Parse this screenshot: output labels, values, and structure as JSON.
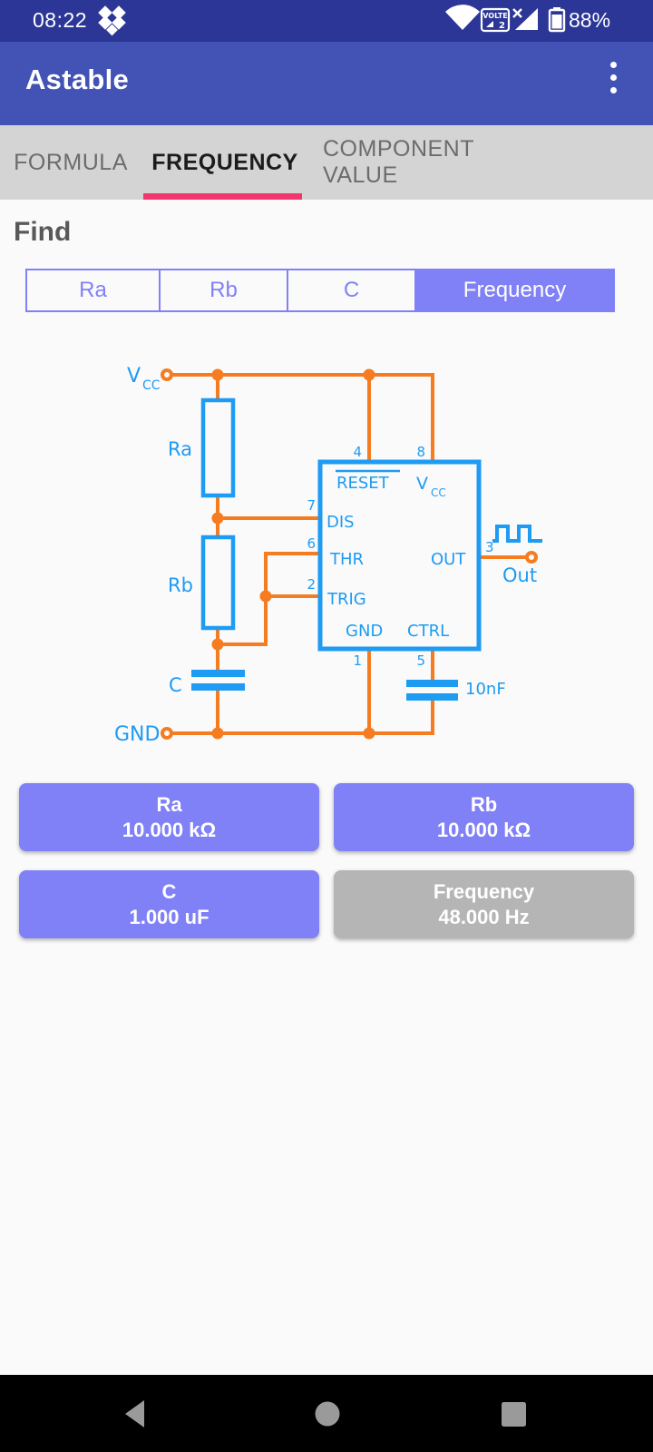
{
  "status_bar": {
    "time": "08:22",
    "battery_percent": "88%",
    "volte_label": "VOLTE",
    "volte_sub": "2",
    "icons": [
      "dropbox-icon",
      "wifi-icon",
      "volte-badge",
      "no-signal-icon",
      "battery-icon"
    ]
  },
  "app_bar": {
    "title": "Astable",
    "menu_icon": "kebab-menu-icon"
  },
  "tab_bar": {
    "tabs": [
      {
        "label": "FORMULA",
        "active": false
      },
      {
        "label": "FREQUENCY",
        "active": true
      },
      {
        "label": "COMPONENT VALUE",
        "active": false
      }
    ]
  },
  "main": {
    "find_heading": "Find"
  },
  "segmented": {
    "options": [
      {
        "label": "Ra",
        "selected": false
      },
      {
        "label": "Rb",
        "selected": false
      },
      {
        "label": "C",
        "selected": false
      },
      {
        "label": "Frequency",
        "selected": true
      }
    ]
  },
  "circuit": {
    "terminals": {
      "vcc_main": "V",
      "vcc_sub": "CC",
      "gnd": "GND",
      "out": "Out"
    },
    "components": {
      "ra": "Ra",
      "rb": "Rb",
      "c": "C",
      "ctrl_cap_value": "10nF"
    },
    "chip": {
      "pins": {
        "reset": "RESET",
        "vcc_main": "V",
        "vcc_sub": "CC",
        "dis": "DIS",
        "thr": "THR",
        "trig": "TRIG",
        "out": "OUT",
        "gnd": "GND",
        "ctrl": "CTRL"
      },
      "pin_numbers": {
        "reset": "4",
        "vcc": "8",
        "dis": "7",
        "thr": "6",
        "trig": "2",
        "out": "3",
        "gnd": "1",
        "ctrl": "5"
      }
    }
  },
  "results": {
    "cards": [
      {
        "label": "Ra",
        "value": "10.000 kΩ",
        "enabled": true
      },
      {
        "label": "Rb",
        "value": "10.000 kΩ",
        "enabled": true
      },
      {
        "label": "C",
        "value": "1.000 uF",
        "enabled": true
      },
      {
        "label": "Frequency",
        "value": "48.000 Hz",
        "enabled": false
      }
    ]
  },
  "nav_bar": {
    "icons": [
      "back-icon",
      "home-icon",
      "recents-icon"
    ]
  },
  "colors": {
    "status-bar": "#2B3696",
    "app-bar": "#4252B5",
    "tab-bar": "#D4D4D4",
    "tab-underline": "#F4366F",
    "accent-purple": "#8181F7",
    "disabled-gray": "#B5B5B5",
    "wire-orange": "#F57C21",
    "circuit-blue": "#1E9BF3",
    "nav-bar": "#000000",
    "nav-icon": "#9A9A9A",
    "bg": "#FAFAFA"
  }
}
